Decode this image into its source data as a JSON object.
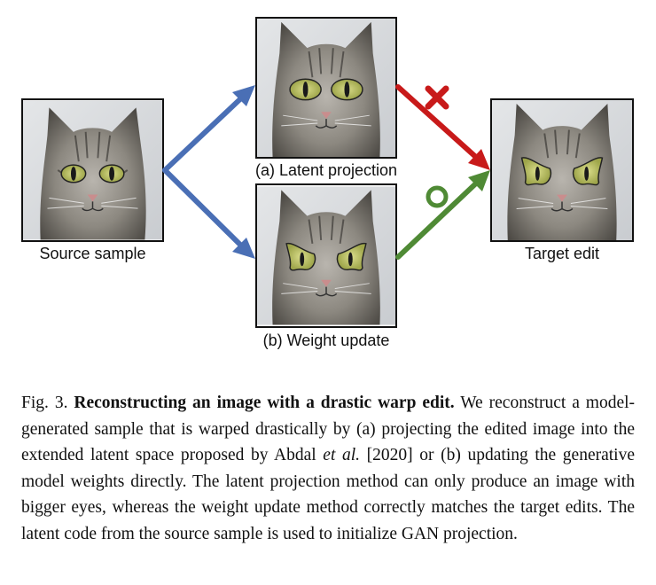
{
  "figure": {
    "source_label": "Source sample",
    "latent_label": "(a) Latent projection",
    "weight_label": "(b) Weight update",
    "target_label": "Target edit",
    "colors": {
      "blue_arrow": "#4a6fb5",
      "red_arrow": "#c81a1a",
      "green_arrow": "#4f8a35"
    },
    "marks": {
      "fail": "cross-mark",
      "success": "circle-mark"
    }
  },
  "caption": {
    "fig_number": "Fig. 3.",
    "title": "Reconstructing an image with a drastic warp edit.",
    "text_1": " We reconstruct a model-generated sample that is warped drastically by (a) projecting the edited image into the extended latent space proposed by Abdal ",
    "et_al": "et al.",
    "text_2": " [2020] or (b) updating the generative model weights directly. The latent projection method can only produce an image with bigger eyes, whereas the weight update method correctly matches the target edits. The latent code from the source sample is used to initialize GAN projection."
  }
}
